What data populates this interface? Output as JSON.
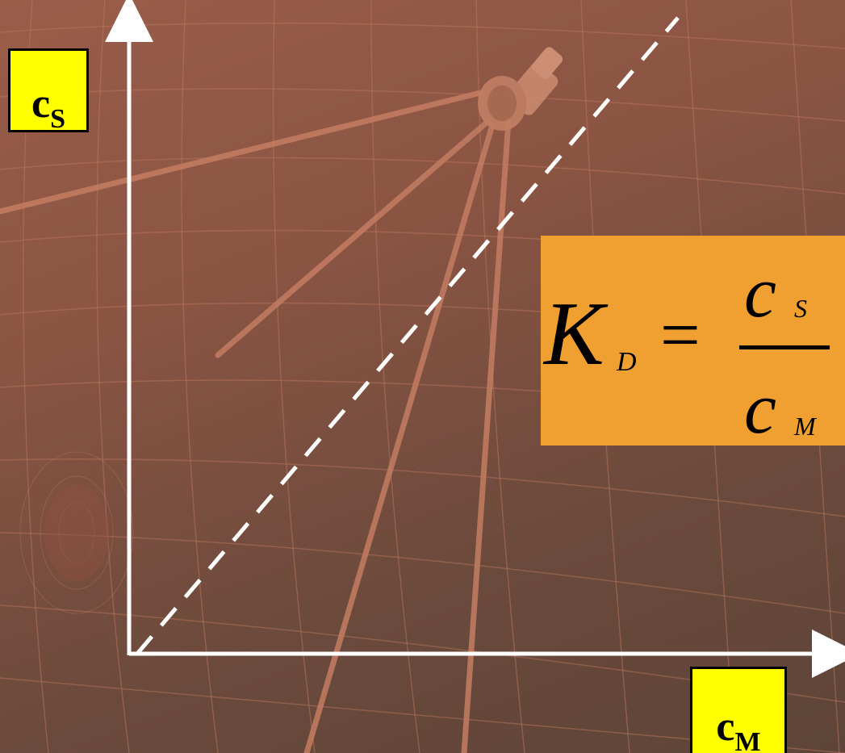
{
  "labels": {
    "y_axis_main": "c",
    "y_axis_sub": "S",
    "x_axis_main": "c",
    "x_axis_sub": "M"
  },
  "formula": {
    "lhs": "K",
    "lhs_sub": "D",
    "equals": "=",
    "numerator": "c",
    "numerator_sub": "S",
    "denominator": "c",
    "denominator_sub": "M"
  },
  "colors": {
    "axis": "#ffffff",
    "label_fill": "#ffff00",
    "formula_fill": "#f0a030",
    "dashed_line": "#ffffff"
  },
  "icons": {
    "background": "telescope-grid-icon"
  }
}
